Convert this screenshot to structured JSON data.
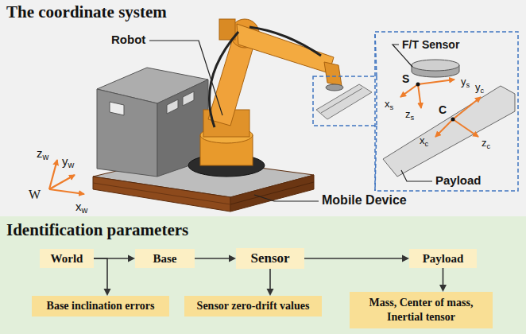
{
  "diagram": {
    "nodes": [
      {
        "text": [
          "The coordinate system"
        ]
      },
      {
        "text": [
          "Identification parameters"
        ]
      },
      {
        "text": [
          "World"
        ],
        "in": 1
      },
      {
        "text": [
          "Base"
        ],
        "in": 1
      },
      {
        "text": [
          "Sensor"
        ],
        "in": 1
      },
      {
        "text": [
          "Payload"
        ],
        "in": 1
      },
      {
        "text": [
          "Base inclination errors"
        ],
        "in": 1
      },
      {
        "text": [
          "Sensor zero-drift values"
        ],
        "in": 1
      },
      {
        "text": [
          "Mass, Center of mass, Inertial tensor"
        ],
        "in": 1
      }
    ],
    "edges": [
      {
        "from": 2,
        "to": 3,
        "arrow": "to"
      },
      {
        "from": 2,
        "to": 6,
        "arrow": "to"
      },
      {
        "from": 3,
        "to": 4,
        "arrow": "to"
      },
      {
        "from": 4,
        "to": 5,
        "arrow": "to"
      },
      {
        "from": 4,
        "to": 7,
        "arrow": "to"
      },
      {
        "from": 5,
        "to": 8,
        "arrow": "to"
      }
    ],
    "labels": [
      "Robot",
      "F/T Sensor",
      "S",
      "ys",
      "xs",
      "zs",
      "C",
      "yc",
      "xc",
      "zc",
      "Payload",
      "Mobile Device",
      "zw",
      "yw",
      "W",
      "xw"
    ]
  }
}
